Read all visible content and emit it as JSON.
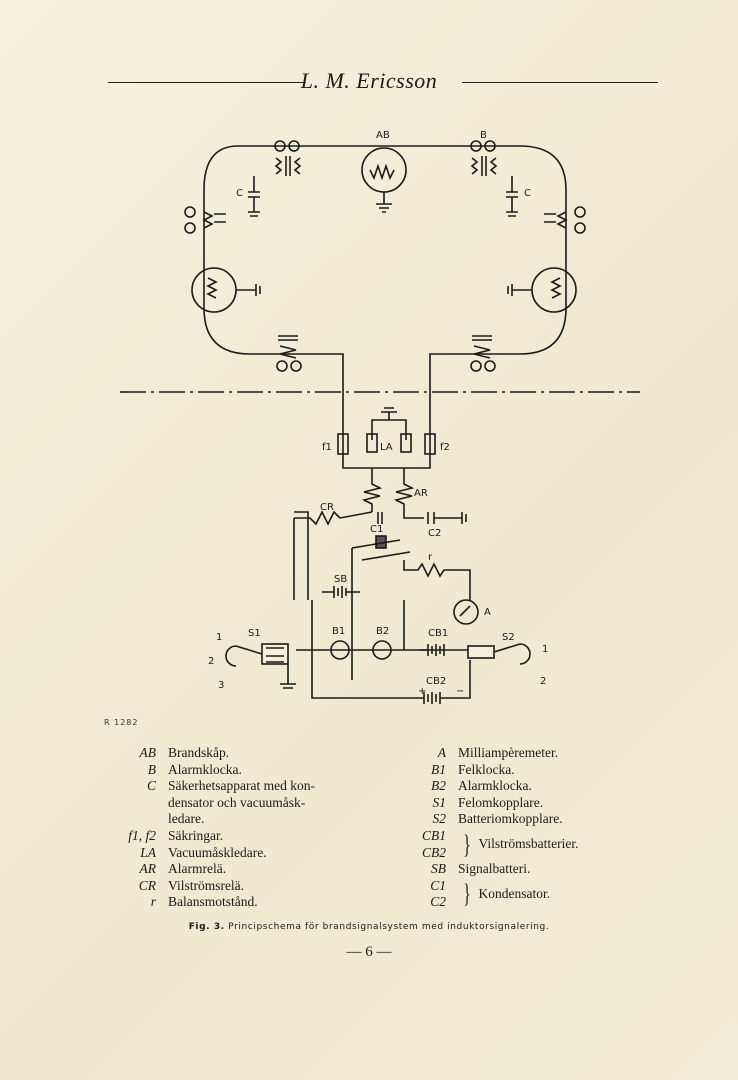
{
  "header": {
    "title": "L. M. Ericsson"
  },
  "diagram": {
    "labels": {
      "AB": "AB",
      "B": "B",
      "C_left": "C",
      "C_right": "C",
      "f1": "f1",
      "f2": "f2",
      "LA": "LA",
      "AR": "AR",
      "CR": "CR",
      "C1": "C1",
      "C2": "C2",
      "r": "r",
      "SB": "SB",
      "A": "A",
      "S1": "S1",
      "B1": "B1",
      "B2": "B2",
      "CB1": "CB1",
      "CB2": "CB2",
      "S2": "S2",
      "s1_1": "1",
      "s1_2": "2",
      "s1_3": "3",
      "s2_1": "1",
      "s2_2": "2",
      "plus": "+",
      "minus": "−"
    }
  },
  "ref": "R 1282",
  "legend": {
    "left": [
      {
        "key": "AB",
        "value": "Brandskåp."
      },
      {
        "key": "B",
        "value": "Alarmklocka."
      },
      {
        "key": "C",
        "value": "Säkerhetsapparat med kon-"
      },
      {
        "key": "",
        "value": "densator och vacuumåsk-"
      },
      {
        "key": "",
        "value": "ledare."
      },
      {
        "key": "f1, f2",
        "value": "Säkringar."
      },
      {
        "key": "LA",
        "value": "Vacuumåskledare."
      },
      {
        "key": "AR",
        "value": "Alarmrelä."
      },
      {
        "key": "CR",
        "value": "Vilströmsrelä."
      },
      {
        "key": "r",
        "value": "Balansmotstånd."
      }
    ],
    "right": [
      {
        "key": "A",
        "value": "Milliampèremeter."
      },
      {
        "key": "B1",
        "value": "Felklocka."
      },
      {
        "key": "B2",
        "value": "Alarmklocka."
      },
      {
        "key": "S1",
        "value": "Felomkopplare."
      },
      {
        "key": "S2",
        "value": "Batteriomkopplare."
      }
    ],
    "right_pairs": [
      {
        "keys": [
          "CB1",
          "CB2"
        ],
        "value": "Vilströmsbatterier."
      },
      {
        "keys": [
          "SB"
        ],
        "value": "Signalbatteri."
      },
      {
        "keys": [
          "C1",
          "C2"
        ],
        "value": "Kondensator."
      }
    ]
  },
  "caption": {
    "fig": "Fig. 3.",
    "text": "Principschema för brandsignalsystem med induktorsignalering."
  },
  "page_number": "— 6 —"
}
